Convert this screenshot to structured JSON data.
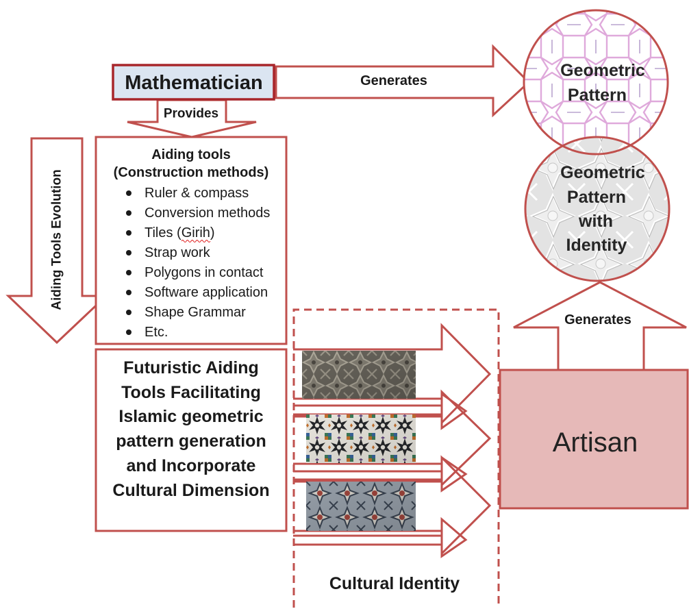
{
  "diagram": {
    "mathematician": "Mathematician",
    "generates_right": "Generates",
    "provides": "Provides",
    "aiding_tools": {
      "title": "Aiding tools",
      "subtitle": "(Construction methods)",
      "items": [
        "Ruler & compass",
        "Conversion methods",
        "Tiles (Girih)",
        "Strap work",
        "Polygons in contact",
        "Software application",
        "Shape Grammar",
        "Etc."
      ]
    },
    "evolution_arrow": "Aiding Tools Evolution",
    "futuristic_lines": [
      "Futuristic Aiding",
      "Tools Facilitating",
      "Islamic geometric",
      "pattern generation",
      "and Incorporate",
      "Cultural Dimension"
    ],
    "cultural_identity": "Cultural Identity",
    "artisan": "Artisan",
    "generates_up": "Generates",
    "geometric_pattern": [
      "Geometric",
      "Pattern"
    ],
    "geometric_pattern_identity": [
      "Geometric",
      "Pattern",
      "with",
      "Identity"
    ]
  },
  "colors": {
    "accent": "#c0504d",
    "mathematician_fill": "#dbe5f1",
    "mathematician_border": "#a8262b",
    "artisan_fill": "#e6b9b8",
    "text": "#1a1a1a"
  }
}
